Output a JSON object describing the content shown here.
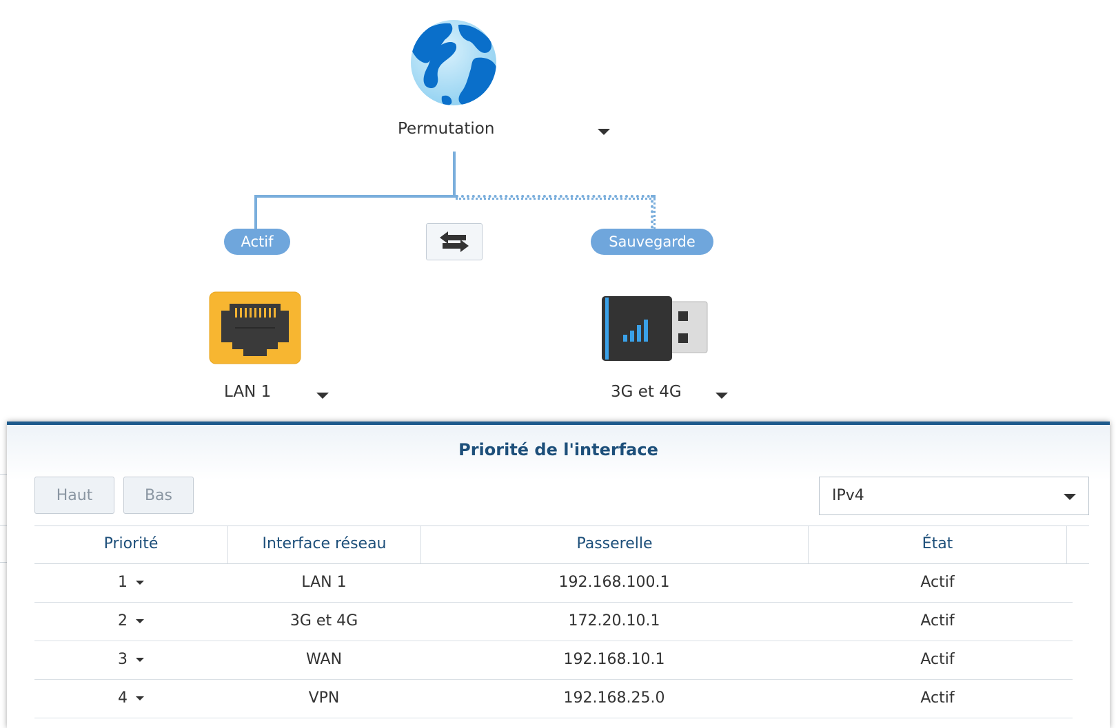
{
  "topology": {
    "mode_label": "Permutation",
    "active_badge": "Actif",
    "backup_badge": "Sauvegarde",
    "primary_device": "LAN 1",
    "backup_device": "3G et 4G"
  },
  "panel": {
    "title": "Priorité de l'interface",
    "up_button": "Haut",
    "down_button": "Bas",
    "ip_version": "IPv4",
    "columns": [
      "Priorité",
      "Interface réseau",
      "Passerelle",
      "État"
    ],
    "rows": [
      {
        "priority": "1",
        "interface": "LAN 1",
        "gateway": "192.168.100.1",
        "state": "Actif"
      },
      {
        "priority": "2",
        "interface": "3G et 4G",
        "gateway": "172.20.10.1",
        "state": "Actif"
      },
      {
        "priority": "3",
        "interface": "WAN",
        "gateway": "192.168.10.1",
        "state": "Actif"
      },
      {
        "priority": "4",
        "interface": "VPN",
        "gateway": "192.168.25.0",
        "state": "Actif"
      }
    ]
  },
  "colors": {
    "accent_blue": "#1d5a8c",
    "badge_blue": "#6fa6dc",
    "link_line": "#7aaedc",
    "lan_icon_yellow": "#f7b631"
  },
  "icons": {
    "internet": "globe-icon",
    "swap": "swap-arrows-icon",
    "primary": "ethernet-port-icon",
    "backup": "usb-modem-icon"
  }
}
